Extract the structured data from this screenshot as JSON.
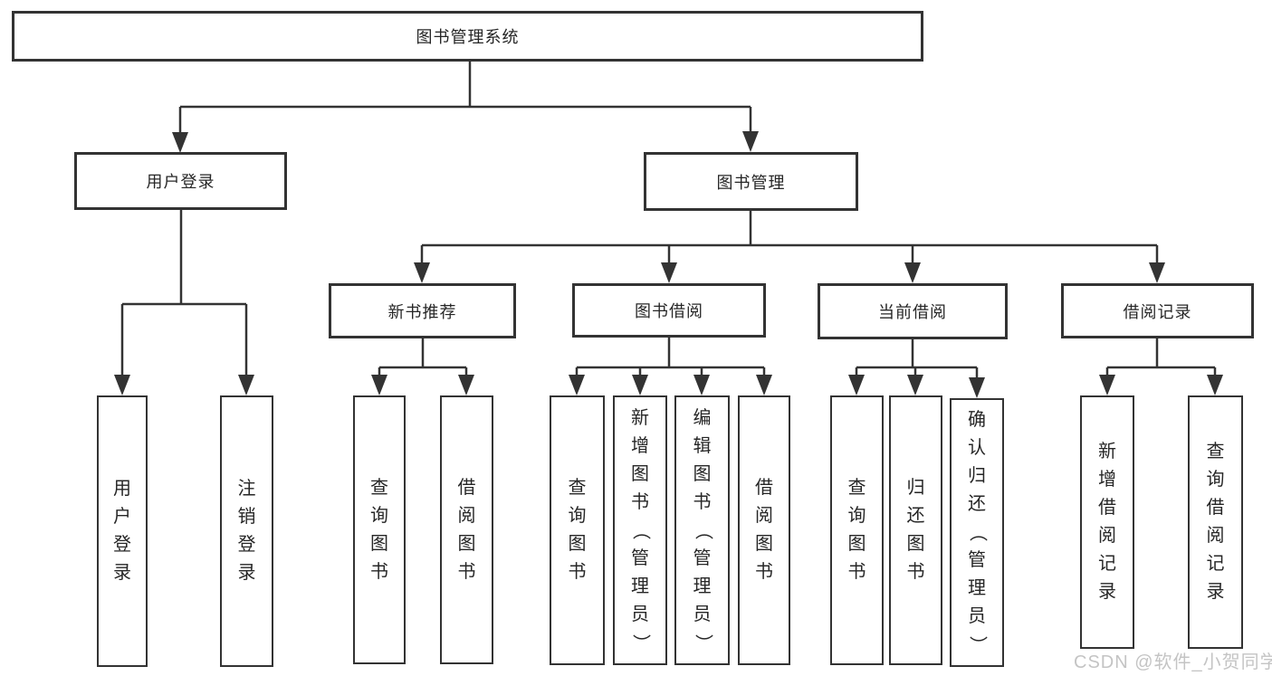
{
  "diagram": {
    "title": "图书管理系统",
    "root": {
      "label": "图书管理系统"
    },
    "level2": [
      {
        "id": "user-login",
        "label": "用户登录"
      },
      {
        "id": "book-management",
        "label": "图书管理"
      }
    ],
    "level3": [
      {
        "id": "new-book-recommend",
        "label": "新书推荐",
        "parent": "book-management"
      },
      {
        "id": "book-borrowing",
        "label": "图书借阅",
        "parent": "book-management"
      },
      {
        "id": "current-borrowing",
        "label": "当前借阅",
        "parent": "book-management"
      },
      {
        "id": "borrowing-records",
        "label": "借阅记录",
        "parent": "book-management"
      }
    ],
    "leaves": [
      {
        "label": "用户登录",
        "parent": "user-login"
      },
      {
        "label": "注销登录",
        "parent": "user-login"
      },
      {
        "label": "查询图书",
        "parent": "new-book-recommend"
      },
      {
        "label": "借阅图书",
        "parent": "new-book-recommend"
      },
      {
        "label": "查询图书",
        "parent": "book-borrowing"
      },
      {
        "label": "新增图书（管理员）",
        "parent": "book-borrowing"
      },
      {
        "label": "编辑图书（管理员）",
        "parent": "book-borrowing"
      },
      {
        "label": "借阅图书",
        "parent": "book-borrowing"
      },
      {
        "label": "查询图书",
        "parent": "current-borrowing"
      },
      {
        "label": "归还图书",
        "parent": "current-borrowing"
      },
      {
        "label": "确认归还（管理员）",
        "parent": "current-borrowing"
      },
      {
        "label": "新增借阅记录",
        "parent": "borrowing-records"
      },
      {
        "label": "查询借阅记录",
        "parent": "borrowing-records"
      }
    ]
  },
  "watermark": {
    "text": "CSDN @软件_小贺同学",
    "color": "#c4c4c4"
  },
  "colors": {
    "line": "#333333",
    "text": "#262626",
    "background": "#ffffff"
  }
}
